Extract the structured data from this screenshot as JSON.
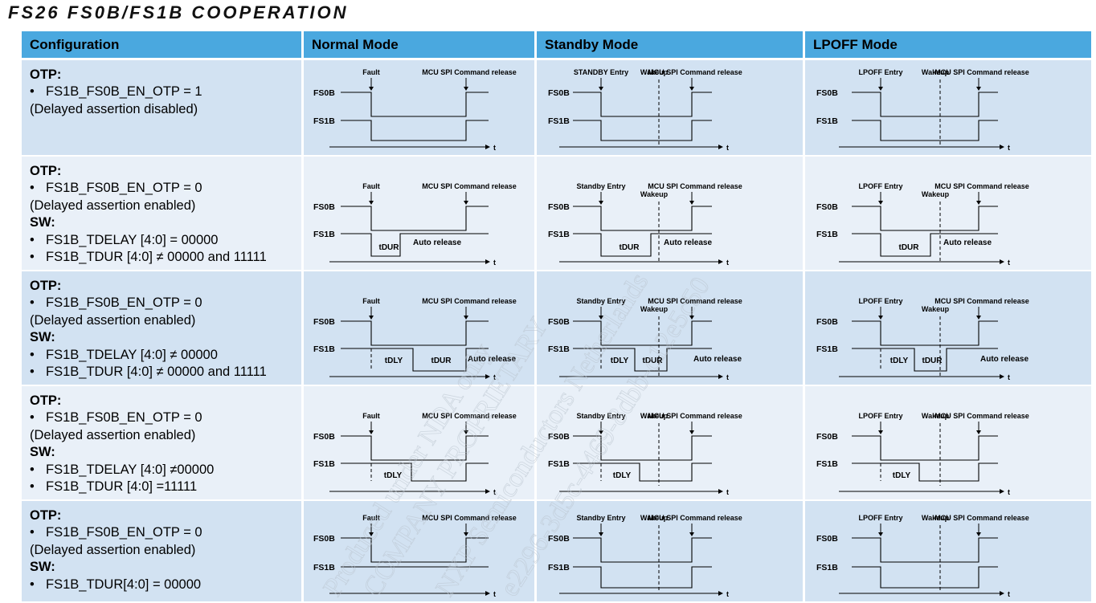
{
  "title": "FS26 FS0B/FS1B COOPERATION",
  "headers": {
    "configuration": "Configuration",
    "normal": "Normal Mode",
    "standby": "Standby Mode",
    "lpoff": "LPOFF Mode"
  },
  "rows": [
    {
      "lines": [
        {
          "kind": "head",
          "text": "OTP:"
        },
        {
          "kind": "bullet",
          "text": "FS1B_FS0B_EN_OTP = 1"
        },
        {
          "kind": "plain",
          "text": "(Delayed assertion disabled)"
        }
      ]
    },
    {
      "lines": [
        {
          "kind": "head",
          "text": "OTP:"
        },
        {
          "kind": "bullet",
          "text": "FS1B_FS0B_EN_OTP = 0"
        },
        {
          "kind": "plain",
          "text": "(Delayed assertion enabled)"
        },
        {
          "kind": "head",
          "text": "SW:"
        },
        {
          "kind": "bullet",
          "text": "FS1B_TDELAY [4:0] = 00000"
        },
        {
          "kind": "bullet",
          "text": "FS1B_TDUR [4:0] ≠ 00000 and 11111"
        }
      ]
    },
    {
      "lines": [
        {
          "kind": "head",
          "text": "OTP:"
        },
        {
          "kind": "bullet",
          "text": "FS1B_FS0B_EN_OTP = 0"
        },
        {
          "kind": "plain",
          "text": "(Delayed assertion enabled)"
        },
        {
          "kind": "head",
          "text": "SW:"
        },
        {
          "kind": "bullet",
          "text": "FS1B_TDELAY [4:0] ≠ 00000"
        },
        {
          "kind": "bullet",
          "text": "FS1B_TDUR [4:0] ≠ 00000 and 11111"
        }
      ]
    },
    {
      "lines": [
        {
          "kind": "head",
          "text": "OTP:"
        },
        {
          "kind": "bullet",
          "text": "FS1B_FS0B_EN_OTP = 0"
        },
        {
          "kind": "plain",
          "text": "(Delayed assertion enabled)"
        },
        {
          "kind": "head",
          "text": "SW:"
        },
        {
          "kind": "bullet",
          "text": "FS1B_TDELAY [4:0] ≠00000"
        },
        {
          "kind": "bullet",
          "text": "FS1B_TDUR [4:0] =11111"
        }
      ]
    },
    {
      "lines": [
        {
          "kind": "head",
          "text": "OTP:"
        },
        {
          "kind": "bullet",
          "text": "FS1B_FS0B_EN_OTP = 0"
        },
        {
          "kind": "plain",
          "text": "(Delayed assertion enabled)"
        },
        {
          "kind": "head",
          "text": "SW:"
        },
        {
          "kind": "bullet",
          "text": "FS1B_TDUR[4:0] = 00000"
        }
      ]
    }
  ],
  "bullet_char": "•",
  "labels": {
    "fs0b": "FS0B",
    "fs1b": "FS1B",
    "t": "t",
    "fault": "Fault",
    "mcu_release": "MCU SPI Command release",
    "standby_entry_caps": "STANDBY Entry",
    "standby_entry": "Standby Entry",
    "wakeup": "Wakeup",
    "lpoff_entry": "LPOFF Entry",
    "tdur": "tDUR",
    "tdly": "tDLY",
    "auto_release": "Auto release"
  },
  "watermark": [
    "Produced under NDA only",
    "COMPANY PROPRIETARY",
    "NXP Semiconductors Netherlands",
    "e2296-3d5c-4469-8dbb-c12e5c50"
  ],
  "colors": {
    "header_bg": "#4AA8DF",
    "row_dark": "#D2E2F2",
    "row_light": "#E9F0F8",
    "watermark": "#b9c3cd"
  }
}
